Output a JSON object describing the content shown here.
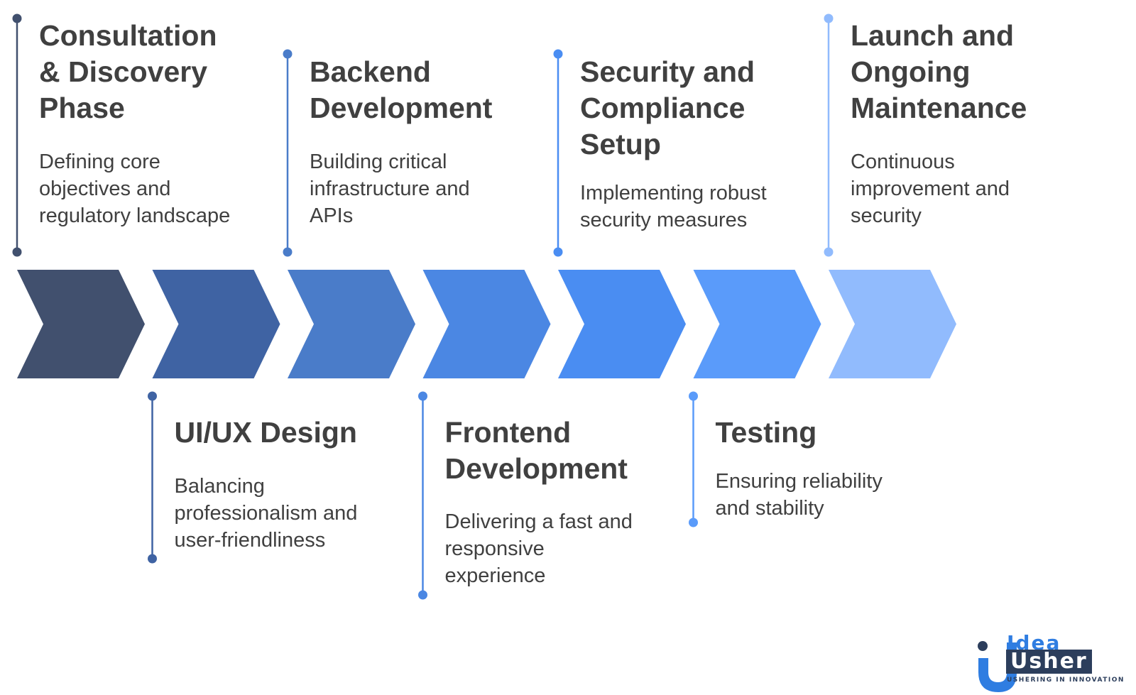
{
  "steps": [
    {
      "title_lines": [
        "Consultation",
        "& Discovery",
        "Phase"
      ],
      "desc_lines": [
        "Defining core",
        "objectives and",
        "regulatory landscape"
      ],
      "color": "#41506E",
      "position": "top"
    },
    {
      "title_lines": [
        "UI/UX Design"
      ],
      "desc_lines": [
        "Balancing",
        "professionalism and",
        "user-friendliness"
      ],
      "color": "#3F63A3",
      "position": "bottom"
    },
    {
      "title_lines": [
        "Backend",
        "Development"
      ],
      "desc_lines": [
        "Building critical",
        "infrastructure and",
        "APIs"
      ],
      "color": "#4A7CC9",
      "position": "top"
    },
    {
      "title_lines": [
        "Frontend",
        "Development"
      ],
      "desc_lines": [
        "Delivering a fast and",
        "responsive",
        "experience"
      ],
      "color": "#4B87E3",
      "position": "bottom"
    },
    {
      "title_lines": [
        "Security and",
        "Compliance",
        "Setup"
      ],
      "desc_lines": [
        "Implementing robust",
        "security measures"
      ],
      "color": "#4A8DF2",
      "position": "top"
    },
    {
      "title_lines": [
        "Testing"
      ],
      "desc_lines": [
        "Ensuring reliability",
        "and stability"
      ],
      "color": "#5A9BFA",
      "position": "bottom"
    },
    {
      "title_lines": [
        "Launch and",
        "Ongoing",
        "Maintenance"
      ],
      "desc_lines": [
        "Continuous",
        "improvement and",
        "security"
      ],
      "color": "#91BBFD",
      "position": "top"
    }
  ],
  "logo": {
    "word1": "Idea",
    "word2": "Usher",
    "tagline": "USHERING IN INNOVATION",
    "colors": {
      "blue": "#2F7DE1",
      "dark": "#2C3E5C"
    }
  }
}
